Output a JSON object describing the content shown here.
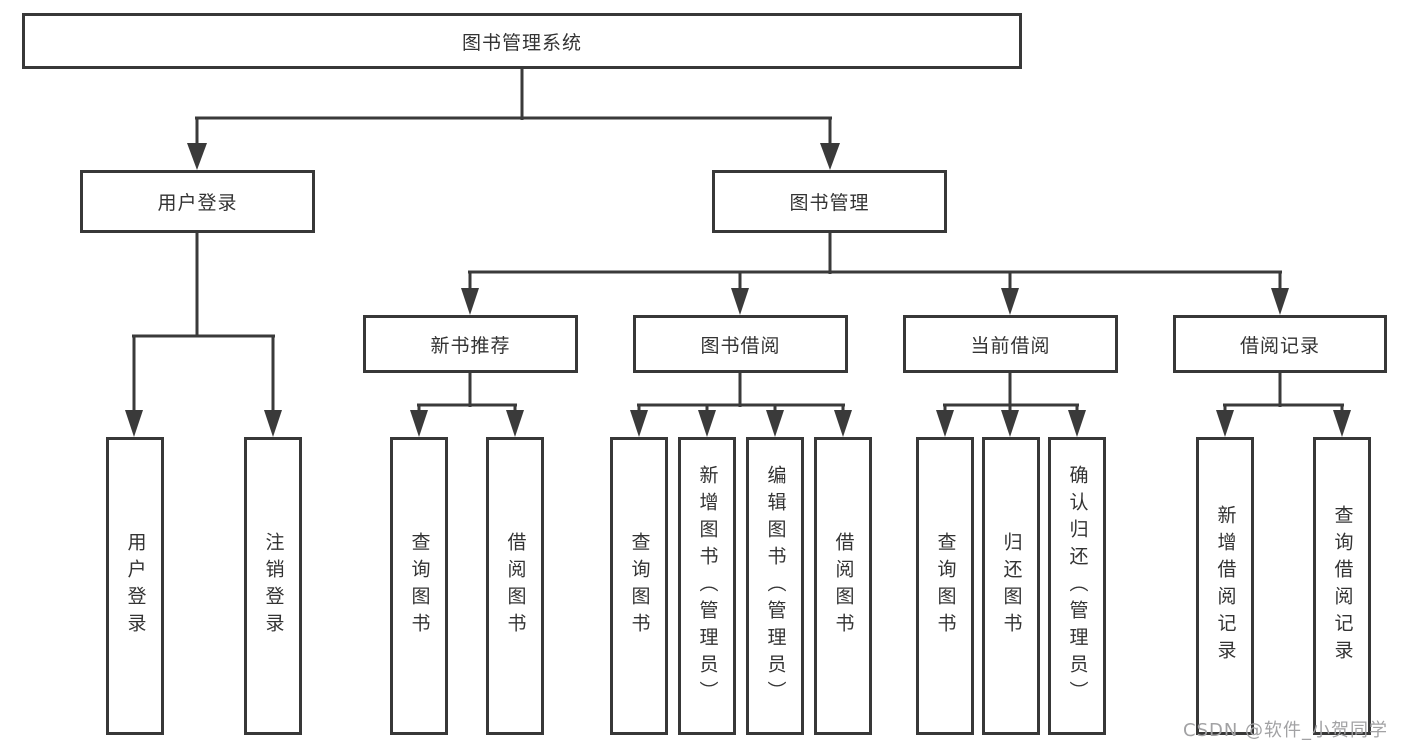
{
  "diagram_type": "hierarchy-tree",
  "colors": {
    "line": "#3a3a3a",
    "box_border": "#383838",
    "text": "#333333",
    "watermark": "#a2a2a4",
    "background": "#ffffff"
  },
  "tree": {
    "root": {
      "label": "图书管理系统",
      "children": [
        {
          "label": "用户登录",
          "children": [
            {
              "label": "用户登录"
            },
            {
              "label": "注销登录"
            }
          ]
        },
        {
          "label": "图书管理",
          "children": [
            {
              "label": "新书推荐",
              "children": [
                {
                  "label": "查询图书"
                },
                {
                  "label": "借阅图书"
                }
              ]
            },
            {
              "label": "图书借阅",
              "children": [
                {
                  "label": "查询图书"
                },
                {
                  "label": "新增图书（管理员）"
                },
                {
                  "label": "编辑图书（管理员）"
                },
                {
                  "label": "借阅图书"
                }
              ]
            },
            {
              "label": "当前借阅",
              "children": [
                {
                  "label": "查询图书"
                },
                {
                  "label": "归还图书"
                },
                {
                  "label": "确认归还（管理员）"
                }
              ]
            },
            {
              "label": "借阅记录",
              "children": [
                {
                  "label": "新增借阅记录"
                },
                {
                  "label": "查询借阅记录"
                }
              ]
            }
          ]
        }
      ]
    }
  },
  "watermark": {
    "text": "CSDN @软件_小贺同学"
  }
}
